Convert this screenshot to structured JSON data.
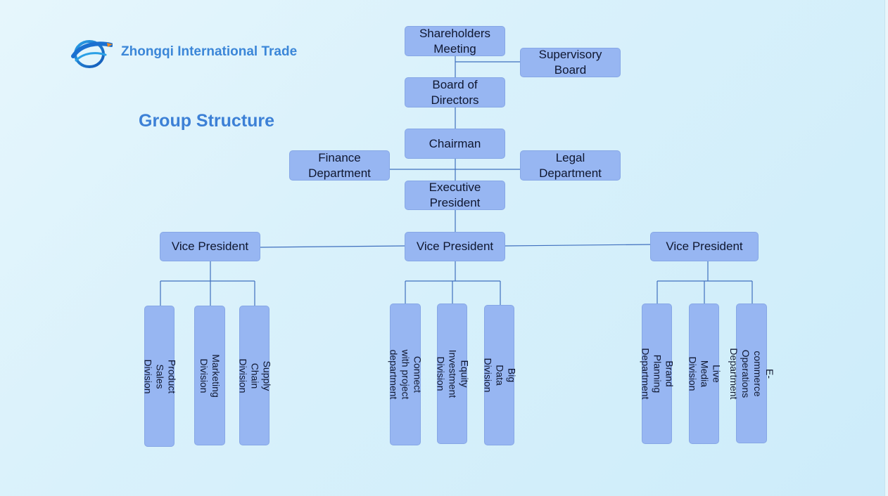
{
  "brand": {
    "name": "Zhongqi International Trade"
  },
  "page_title": "Group Structure",
  "nodes": {
    "shareholders": "Shareholders\nMeeting",
    "supervisory": "Supervisory\nBoard",
    "board": "Board of\nDirectors",
    "chairman": "Chairman",
    "finance": "Finance\nDepartment",
    "legal": "Legal\nDepartment",
    "executive": "Executive\nPresident",
    "vp_left": "Vice President",
    "vp_center": "Vice President",
    "vp_right": "Vice President",
    "product_sales": "Product Sales Division",
    "marketing": "Marketing Division",
    "supply_chain": "Supply Chain Division",
    "connect_project": "Connect with project\ndepartment",
    "equity_investment": "Equity Investment Division",
    "big_data": "Big Data Division",
    "brand_planning": "Brand Planning Department",
    "live_media": "Live Media Division",
    "ecommerce": "E-commerce Operations\nDepartment"
  },
  "colors": {
    "box_fill": "#97b6f2",
    "connector": "#3f6fbe",
    "title_blue": "#3c80d6"
  }
}
